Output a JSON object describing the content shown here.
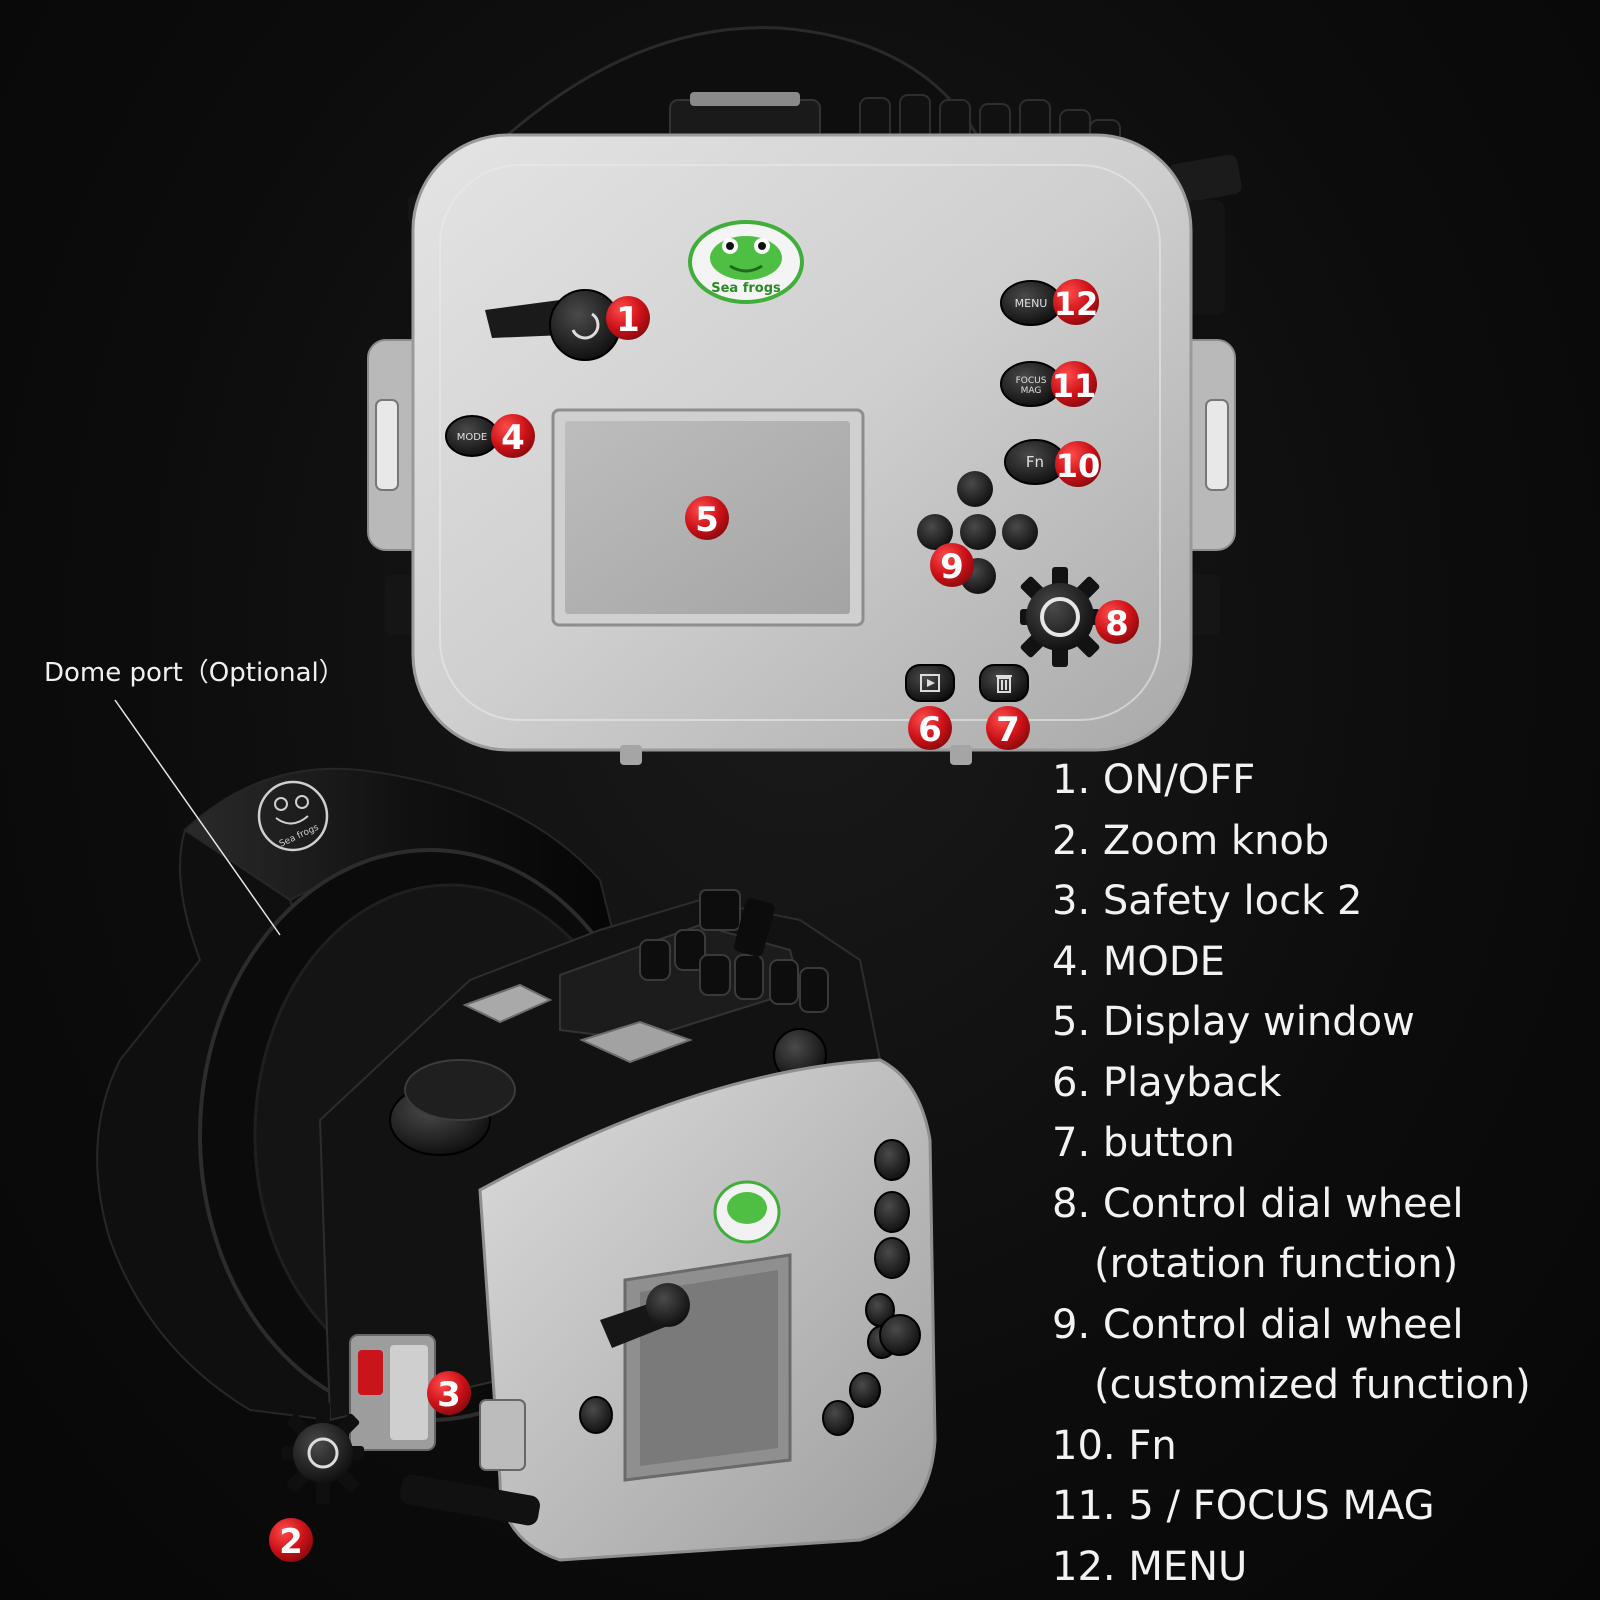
{
  "logo": {
    "brand_text": "Sea frogs"
  },
  "buttons": {
    "menu_label": "MENU",
    "focus_mag_label_line1": "FOCUS",
    "focus_mag_label_line2": "MAG",
    "fn_label": "Fn",
    "mode_label": "MODE"
  },
  "markers": {
    "m1": "1",
    "m2": "2",
    "m3": "3",
    "m4": "4",
    "m5": "5",
    "m6": "6",
    "m7": "7",
    "m8": "8",
    "m9": "9",
    "m10": "10",
    "m11": "11",
    "m12": "12"
  },
  "callout": {
    "dome_port": "Dome port（Optional）"
  },
  "legend": {
    "items": [
      "1. ON/OFF",
      "2. Zoom knob",
      "3. Safety lock 2",
      "4. MODE",
      "5. Display window",
      "6. Playback",
      "7.  button",
      "8. Control dial wheel",
      "(rotation function)",
      "9. Control dial wheel",
      "(customized function)",
      "10. Fn",
      "11. 5 / FOCUS MAG",
      "12. MENU"
    ]
  },
  "colors": {
    "background": "#0c0c0c",
    "housing_clear": "#d2d2d2",
    "housing_black": "#151515",
    "marker_red": "#c8141a",
    "logo_green": "#3fae3a",
    "text_white": "#f2f2f2"
  }
}
